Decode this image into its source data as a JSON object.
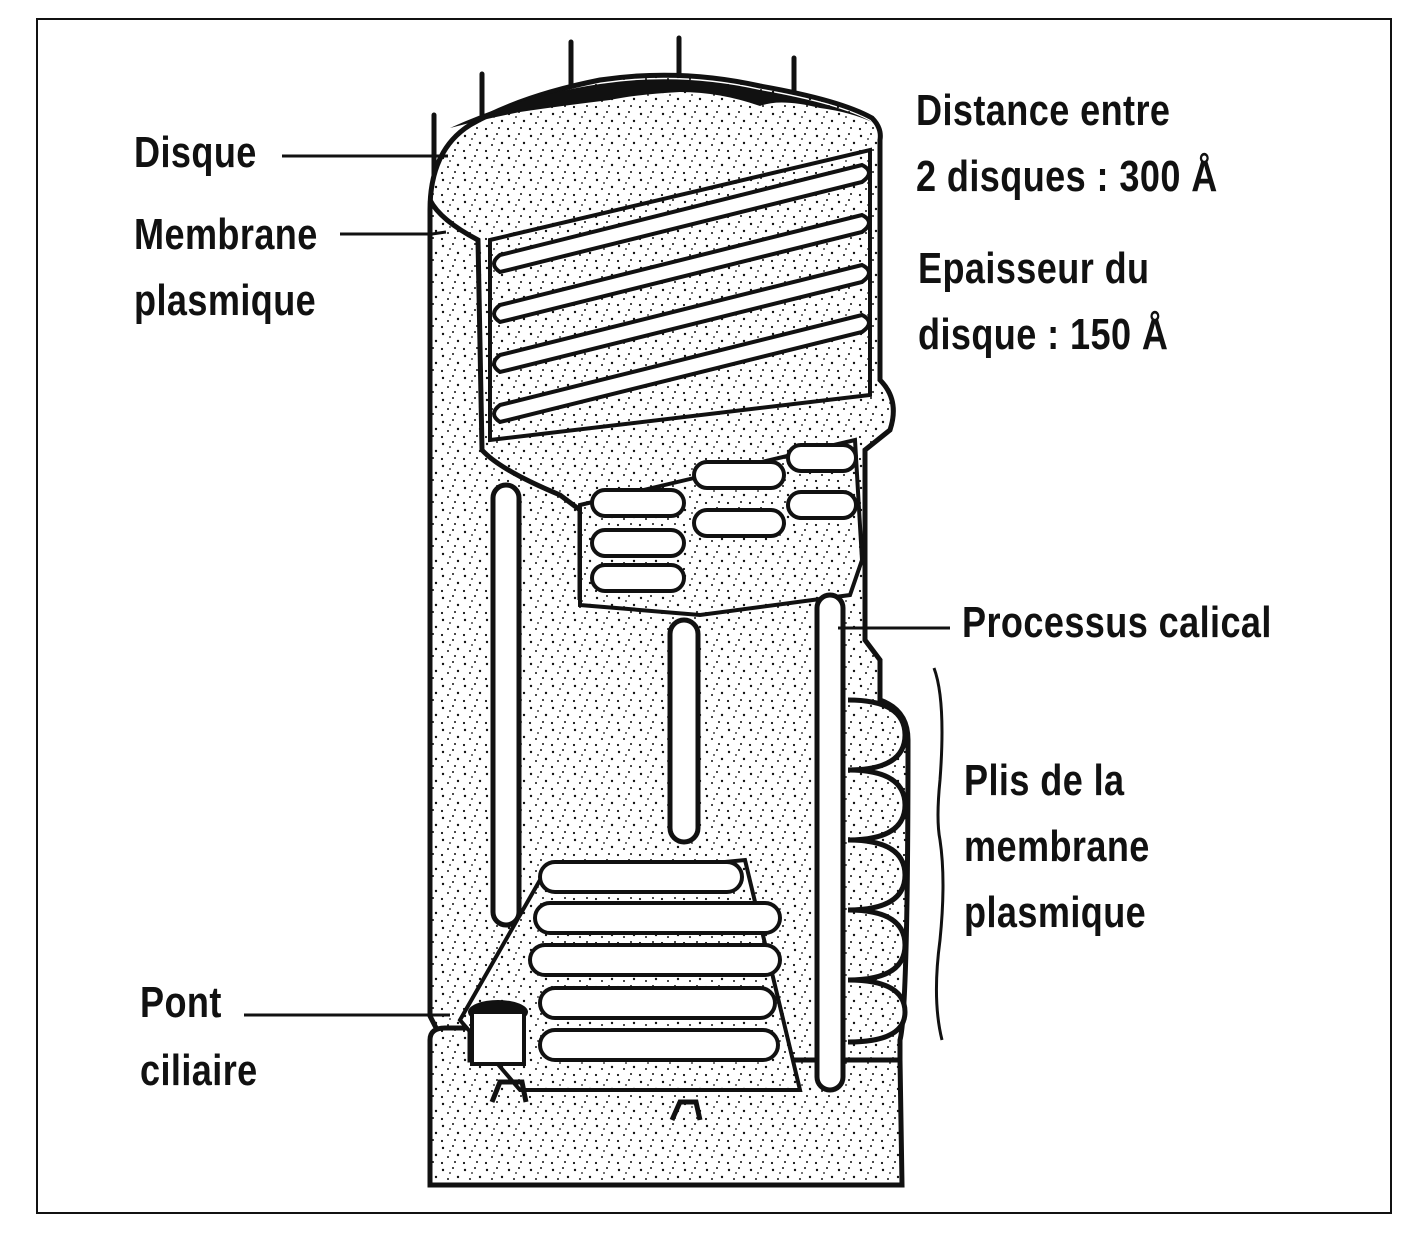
{
  "labels": {
    "disque": "Disque",
    "membrane_plasmique": [
      "Membrane",
      "plasmique"
    ],
    "pont_ciliaire": [
      "Pont",
      "ciliaire"
    ],
    "distance": [
      "Distance entre",
      "2 disques : 300 Å"
    ],
    "epaisseur": [
      "Epaisseur du",
      "disque : 150 Å"
    ],
    "processus_calical": "Processus  calical",
    "plis": [
      "Plis de la",
      "membrane",
      "plasmique"
    ]
  },
  "colors": {
    "ink": "#111111",
    "paper": "#ffffff"
  }
}
